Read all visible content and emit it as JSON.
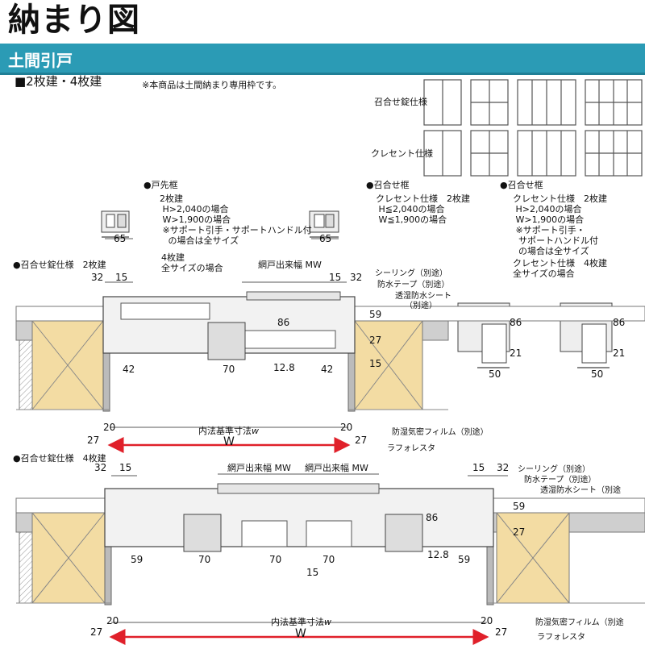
{
  "header": {
    "title": "納まり図",
    "band": "土間引戸"
  },
  "section": {
    "heading": "■2枚建・4枚建",
    "note": "※本商品は土間納まり専用枠です。"
  },
  "legend": {
    "row1": "召合せ錠仕様",
    "row2": "クレセント仕様"
  },
  "details": {
    "tosaki": {
      "title": "●戸先框",
      "desc": "2枚建\n H>2,040の場合\n W>1,900の場合\n ※サポート引手・サポートハンドル付\n   の場合は全サイズ",
      "sub": "4枚建\n全サイズの場合",
      "dim_left": "65",
      "dim_right": "65"
    },
    "awase1": {
      "title": "●召合せ框",
      "desc": "クレセント仕様　2枚建\n H≦2,040の場合\n W≦1,900の場合"
    },
    "awase2": {
      "title": "●召合せ框",
      "desc": "クレセント仕様　2枚建\n H>2,040の場合\n W>1,900の場合\n ※サポート引手・\n  サポートハンドル付\n  の場合は全サイズ",
      "sub": "クレセント仕様　4枚建\n全サイズの場合"
    },
    "dims": {
      "d86a": "86",
      "d21a": "21",
      "d50a": "50",
      "d86b": "86",
      "d21b": "21",
      "d50b": "50"
    }
  },
  "plan2": {
    "title": "●召合せ錠仕様　2枚建",
    "mw": "網戸出来幅 MW",
    "d32l": "32",
    "d15l": "15",
    "d15r": "15",
    "d32r": "32",
    "d59": "59",
    "d86": "86",
    "d27v": "27",
    "d15v": "15",
    "d42l": "42",
    "d70": "70",
    "d128": "12.8",
    "d42r": "42",
    "d20l": "20",
    "d20r": "20",
    "d27l": "27",
    "d27r": "27",
    "inner": "内法基準寸法",
    "inner_w": "w",
    "W": "W",
    "sealing": "シーリング（別途）",
    "tape": "防水テープ（別途）",
    "sheet1": "透湿防水シート",
    "sheet2": "（別途）",
    "film": "防湿気密フィルム（別途）",
    "lath": "ラフォレスタ"
  },
  "plan4": {
    "title": "●召合せ錠仕様　4枚建",
    "d32l": "32",
    "d15l": "15",
    "mw1": "網戸出来幅 MW",
    "mw2": "網戸出来幅 MW",
    "d15r": "15",
    "d32r": "32",
    "sealing": "シーリング（別途）",
    "tape": "防水テープ（別途）",
    "sheet": "透湿防水シート（別途",
    "d59v": "59",
    "d86": "86",
    "d27v": "27",
    "d59l": "59",
    "d70a": "70",
    "d70b": "70",
    "d70c": "70",
    "d128": "12.8",
    "d59r": "59",
    "d15b": "15",
    "d20l": "20",
    "d20r": "20",
    "d27l": "27",
    "d27r": "27",
    "inner": "内法基準寸法",
    "inner_w": "w",
    "W": "W",
    "film": "防湿気密フィルム（別途",
    "lath": "ラフォレスタ"
  }
}
